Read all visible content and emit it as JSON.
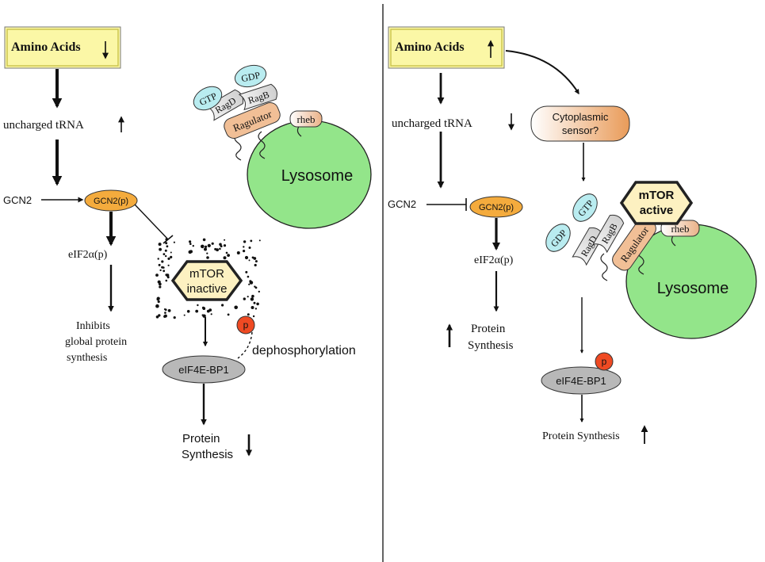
{
  "left": {
    "amino_acids": "Amino Acids",
    "uncharged_trna": "uncharged tRNA",
    "gcn2": "GCN2",
    "gcn2p": "GCN2(p)",
    "eif2a": "eIF2α(p)",
    "inhibits": [
      "Inhibits",
      "global protein",
      "synthesis"
    ],
    "gtp": "GTP",
    "gdp": "GDP",
    "ragd": "RagD",
    "ragb": "RagB",
    "ragulator": "Ragulator",
    "rheb": "rheb",
    "lysosome": "Lysosome",
    "mtor": [
      "mTOR",
      "inactive"
    ],
    "p": "p",
    "dephos": "dephosphorylation",
    "eif4e": "eIF4E-BP1",
    "protein_synthesis": [
      "Protein",
      "Synthesis"
    ]
  },
  "right": {
    "amino_acids": "Amino Acids",
    "uncharged_trna": "uncharged tRNA",
    "sensor": [
      "Cytoplasmic",
      "sensor?"
    ],
    "gcn2": "GCN2",
    "gcn2p": "GCN2(p)",
    "eif2a": "eIF2α(p)",
    "protein_synthesis": [
      "Protein",
      "Synthesis"
    ],
    "mtor": [
      "mTOR",
      "active"
    ],
    "gtp": "GTP",
    "gdp": "GDP",
    "ragd": "RagD",
    "ragb": "RagB",
    "ragulator": "Ragulator",
    "rheb": "rheb",
    "lysosome": "Lysosome",
    "p": "p",
    "eif4e": "eIF4E-BP1",
    "protein_synthesis_bottom": "Protein Synthesis"
  },
  "colors": {
    "amino_box": "#fbf7a6",
    "gcn2p": "#f4ab3d",
    "lysosome": "#93e58a",
    "gtp_gdp": "#b9ecf0",
    "ragulator": "#f1bf96",
    "mtor": "#fdf1c1",
    "phospho": "#ef4a23",
    "eif4e": "#b8b8b8"
  }
}
